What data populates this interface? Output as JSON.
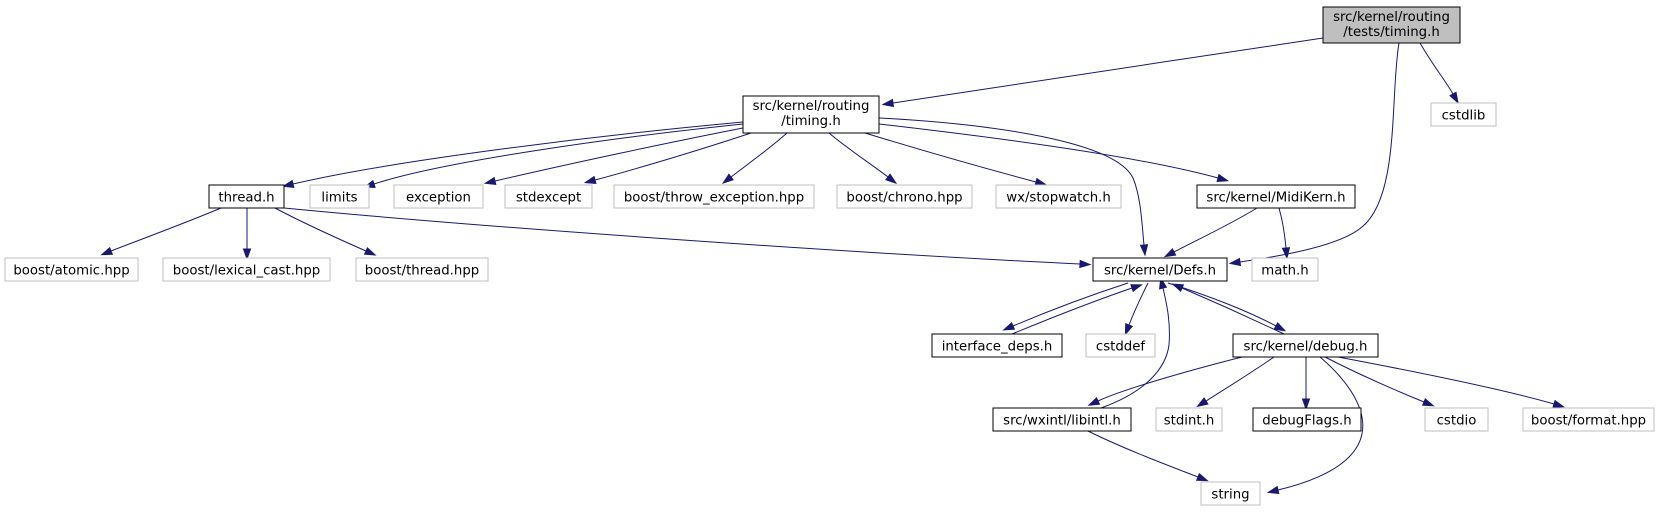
{
  "graph": {
    "nodes": {
      "root": [
        "src/kernel/routing",
        "/tests/timing.h"
      ],
      "timing": [
        "src/kernel/routing",
        "/timing.h"
      ],
      "cstdlib": [
        "cstdlib"
      ],
      "thread": [
        "thread.h"
      ],
      "limits": [
        "limits"
      ],
      "exception": [
        "exception"
      ],
      "stdexcept": [
        "stdexcept"
      ],
      "throw_exception": [
        "boost/throw_exception.hpp"
      ],
      "chrono": [
        "boost/chrono.hpp"
      ],
      "stopwatch": [
        "wx/stopwatch.h"
      ],
      "midikern": [
        "src/kernel/MidiKern.h"
      ],
      "atomic": [
        "boost/atomic.hpp"
      ],
      "lexical_cast": [
        "boost/lexical_cast.hpp"
      ],
      "boost_thread": [
        "boost/thread.hpp"
      ],
      "defs": [
        "src/kernel/Defs.h"
      ],
      "math": [
        "math.h"
      ],
      "interface_deps": [
        "interface_deps.h"
      ],
      "cstddef": [
        "cstddef"
      ],
      "debug": [
        "src/kernel/debug.h"
      ],
      "libintl": [
        "src/wxintl/libintl.h"
      ],
      "stdint": [
        "stdint.h"
      ],
      "debugflags": [
        "debugFlags.h"
      ],
      "cstdio": [
        "cstdio"
      ],
      "format": [
        "boost/format.hpp"
      ],
      "string": [
        "string"
      ]
    },
    "edges": [
      [
        "root",
        "timing"
      ],
      [
        "root",
        "defs"
      ],
      [
        "root",
        "cstdlib"
      ],
      [
        "timing",
        "thread"
      ],
      [
        "timing",
        "limits"
      ],
      [
        "timing",
        "exception"
      ],
      [
        "timing",
        "stdexcept"
      ],
      [
        "timing",
        "throw_exception"
      ],
      [
        "timing",
        "chrono"
      ],
      [
        "timing",
        "stopwatch"
      ],
      [
        "timing",
        "defs"
      ],
      [
        "timing",
        "midikern"
      ],
      [
        "thread",
        "atomic"
      ],
      [
        "thread",
        "lexical_cast"
      ],
      [
        "thread",
        "boost_thread"
      ],
      [
        "thread",
        "defs"
      ],
      [
        "midikern",
        "defs"
      ],
      [
        "midikern",
        "math"
      ],
      [
        "defs",
        "interface_deps"
      ],
      [
        "defs",
        "cstddef"
      ],
      [
        "defs",
        "debug"
      ],
      [
        "interface_deps",
        "defs"
      ],
      [
        "debug",
        "defs"
      ],
      [
        "debug",
        "libintl"
      ],
      [
        "debug",
        "stdint"
      ],
      [
        "debug",
        "debugflags"
      ],
      [
        "debug",
        "cstdio"
      ],
      [
        "debug",
        "format"
      ],
      [
        "debug",
        "string"
      ],
      [
        "libintl",
        "defs"
      ],
      [
        "libintl",
        "string"
      ]
    ]
  }
}
